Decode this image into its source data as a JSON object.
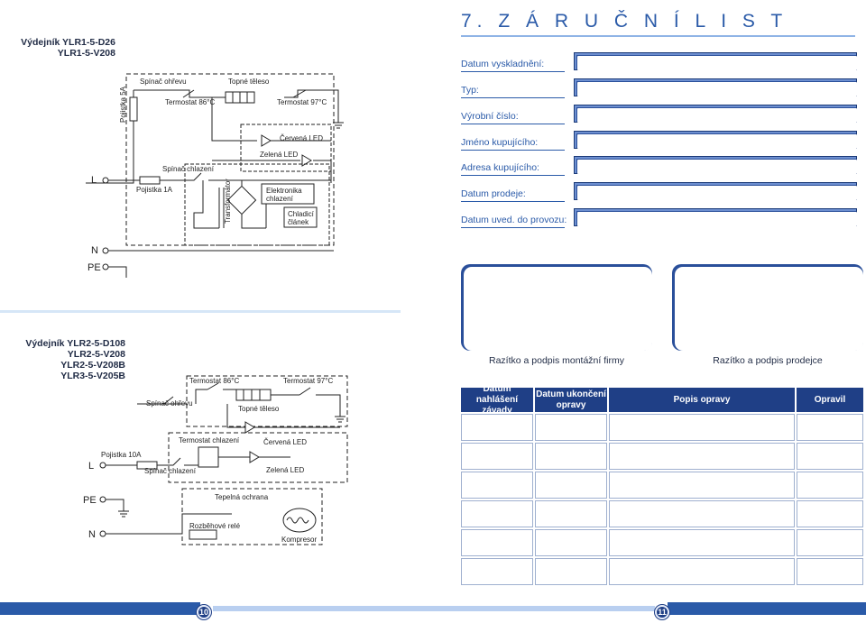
{
  "left": {
    "model1": [
      "Výdejník YLR1-5-D26",
      "YLR1-5-V208"
    ],
    "diagram1": {
      "pojistka5a": "Pojistka 5A",
      "spinac_ohrevu": "Spínač ohřevu",
      "topne_teleso": "Topné těleso",
      "termostat86": "Termostat 86°C",
      "termostat97": "Termostat 97°C",
      "cervena_led": "Červená LED",
      "zelena_led": "Zelená LED",
      "spinac_chlazeni": "Spínač chlazení",
      "pojistka1a": "Pojistka 1A",
      "transformator": "Transformátor",
      "elektronika": [
        "Elektronika",
        "chlazení"
      ],
      "chladici": [
        "Chladicí",
        "článek"
      ],
      "L": "L",
      "N": "N",
      "PE": "PE"
    },
    "model2": [
      "Výdejník YLR2-5-D108",
      "YLR2-5-V208",
      "YLR2-5-V208B",
      "YLR3-5-V205B"
    ],
    "diagram2": {
      "termostat86": "Termostat 86°C",
      "termostat97": "Termostat 97°C",
      "spinac_ohrevu": "Spínač ohřevu",
      "topne_teleso": "Topné těleso",
      "termostat_chlazeni": "Termostat chlazení",
      "cervena_led": "Červená LED",
      "zelena_led": "Zelená LED",
      "pojistka10a": "Pojistka 10A",
      "spinac_chlazeni": "Spínač chlazení",
      "tepelna_ochrana": "Tepelná ochrana",
      "rozbehove_rele": "Rozběhové relé",
      "kompresor": "Kompresor",
      "L": "L",
      "N": "N",
      "PE": "PE"
    },
    "page_number": "10"
  },
  "right": {
    "title": "7. Z Á R U Č N Í   L I S T",
    "fields": [
      "Datum vyskladnění:",
      "Typ:",
      "Výrobní číslo:",
      "Jméno kupujícího:",
      "Adresa kupujícího:",
      "Datum prodeje:",
      "Datum uved. do provozu:"
    ],
    "stamps": [
      "Razítko a podpis montážní firmy",
      "Razítko a podpis prodejce"
    ],
    "table": {
      "headers": [
        "Datum nahlášení závady",
        "Datum ukončení opravy",
        "Popis opravy",
        "Opravil"
      ],
      "rows": 6
    },
    "page_number": "11"
  },
  "colors": {
    "accent": "#2a5aa8",
    "dark_blue": "#1f3f86"
  }
}
